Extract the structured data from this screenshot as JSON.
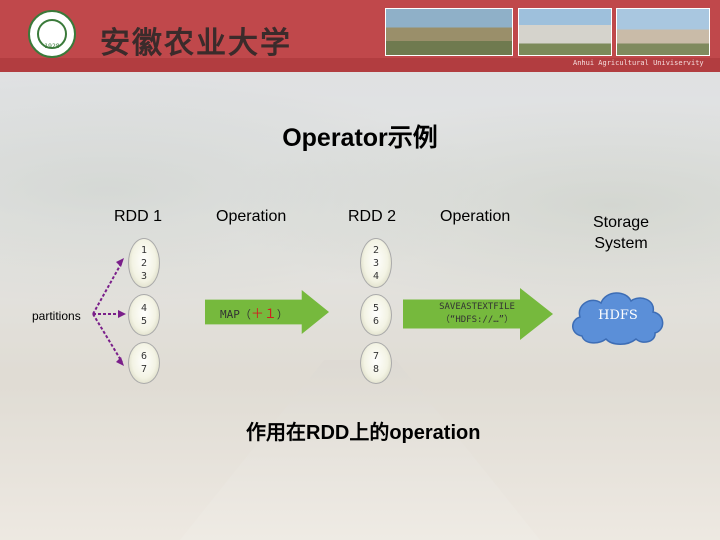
{
  "header": {
    "logo_year": "1928",
    "university_name": "安徽农业大学",
    "university_name_en": "Anhui Agricultural Univiservity"
  },
  "slide": {
    "title": "Operator示例",
    "columns": {
      "rdd1": "RDD 1",
      "operation1": "Operation",
      "rdd2": "RDD 2",
      "operation2": "Operation",
      "storage": "Storage System"
    },
    "partitions_label": "partitions",
    "rdd1_partitions": [
      [
        "1",
        "2",
        "3"
      ],
      [
        "4",
        "5"
      ],
      [
        "6",
        "7"
      ]
    ],
    "rdd2_partitions": [
      [
        "2",
        "3",
        "4"
      ],
      [
        "5",
        "6"
      ],
      [
        "7",
        "8"
      ]
    ],
    "map_operation": {
      "prefix": "MAP（",
      "plus": "＋１",
      "suffix": "）"
    },
    "save_operation": "SAVEASTEXTFILE（“HDFS://…”）",
    "storage_node": "HDFS",
    "caption": "作用在RDD上的operation",
    "colors": {
      "header": "#c0484b",
      "arrow": "#76b93d",
      "cloud": "#5b8fd8",
      "connector": "#7a1f8a",
      "plus": "#d02020"
    }
  }
}
